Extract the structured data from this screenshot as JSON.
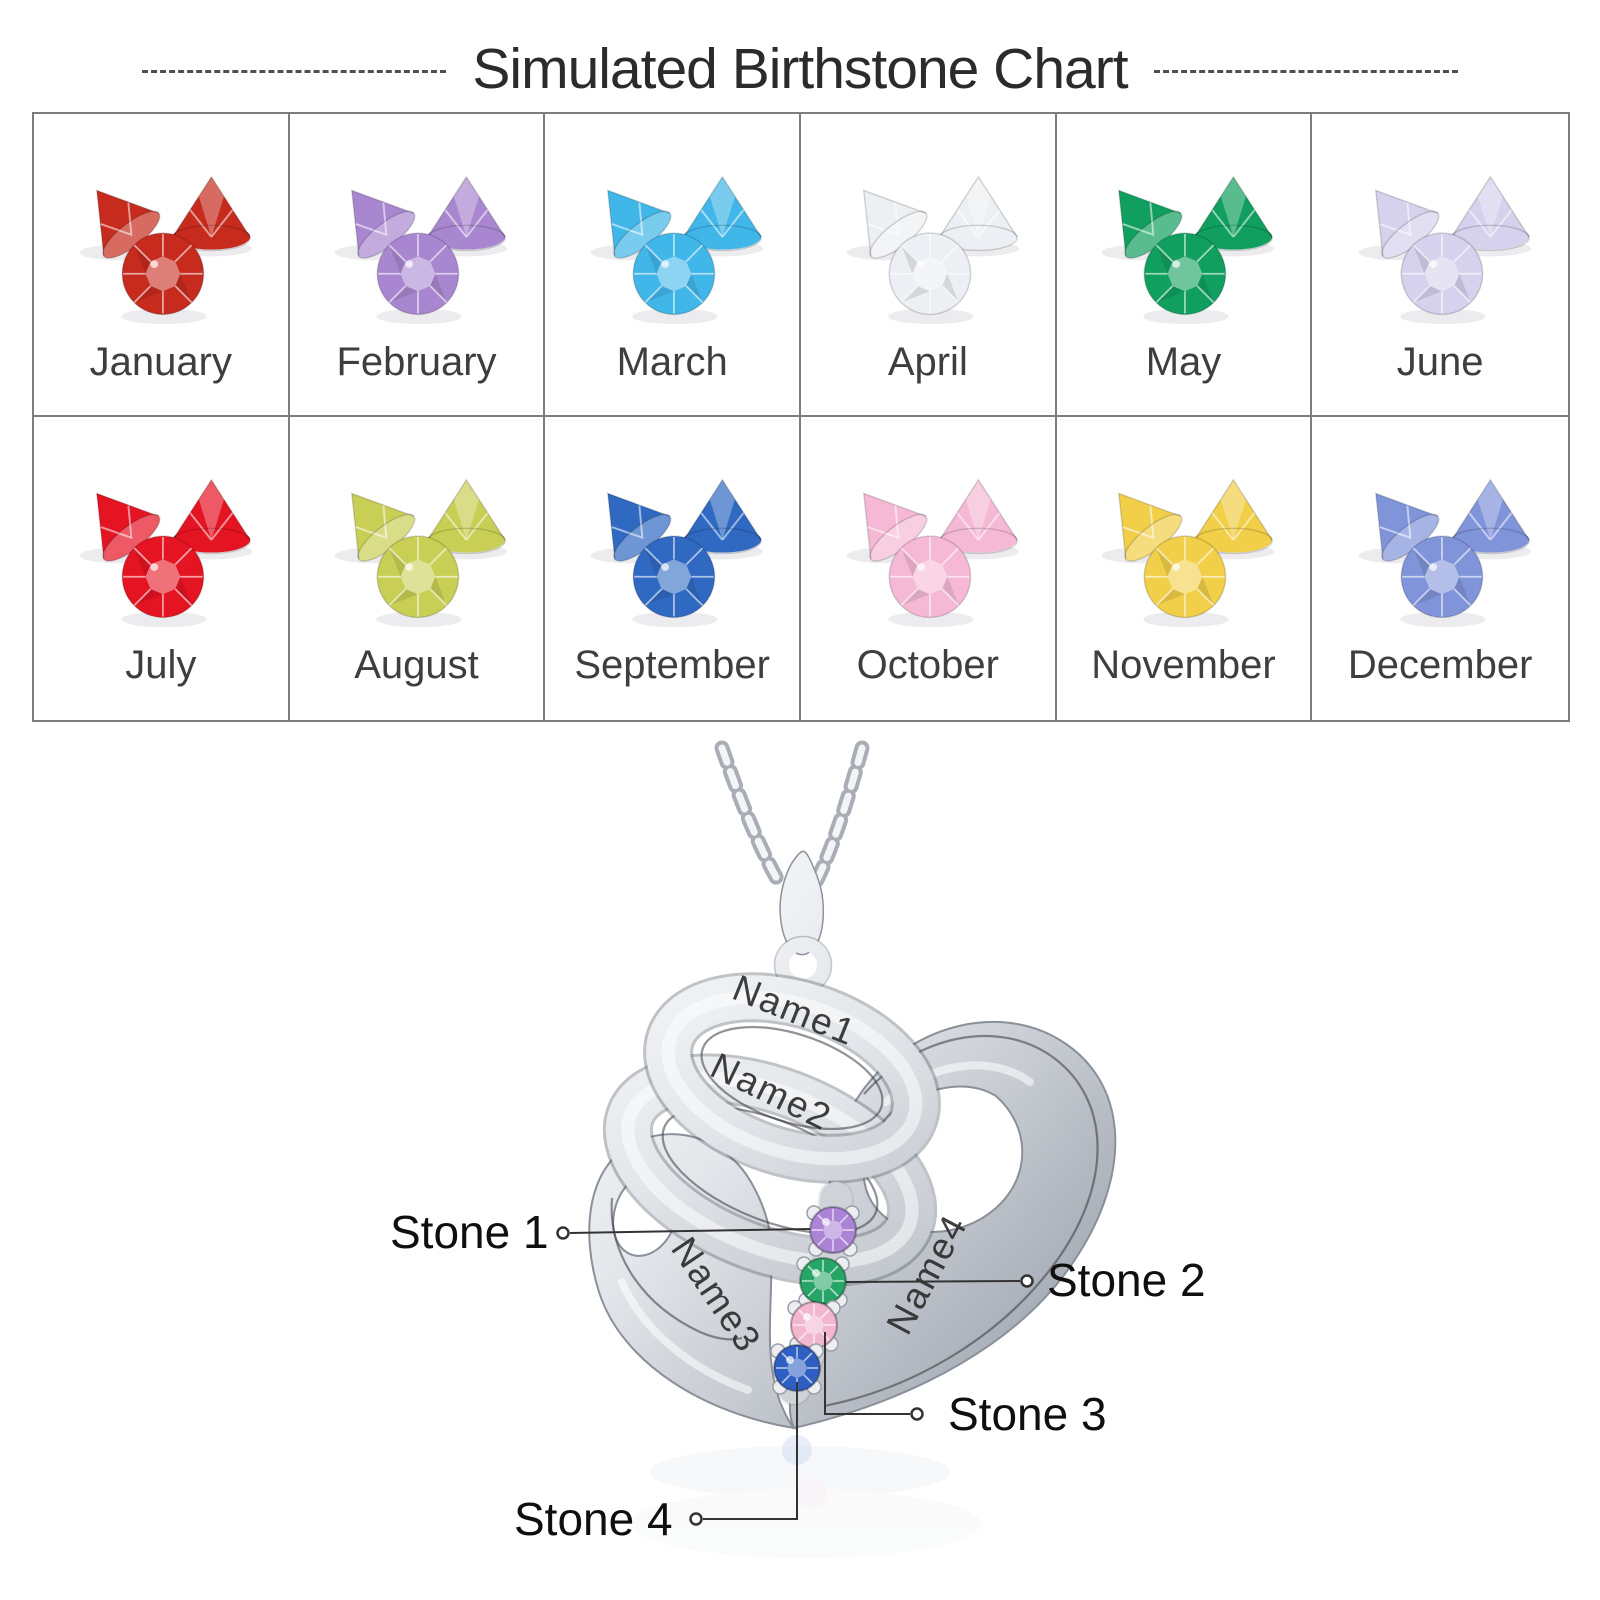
{
  "title": "Simulated Birthstone Chart",
  "birthstone_chart": {
    "months": [
      {
        "label": "January",
        "color": "#c62b1e"
      },
      {
        "label": "February",
        "color": "#a987d0"
      },
      {
        "label": "March",
        "color": "#41b6e9"
      },
      {
        "label": "April",
        "color": "#eceff3"
      },
      {
        "label": "May",
        "color": "#119f5f"
      },
      {
        "label": "June",
        "color": "#d6d1ec"
      },
      {
        "label": "July",
        "color": "#e51423"
      },
      {
        "label": "August",
        "color": "#c9cf55"
      },
      {
        "label": "September",
        "color": "#3069c2"
      },
      {
        "label": "October",
        "color": "#f5b9d5"
      },
      {
        "label": "November",
        "color": "#f1cf48"
      },
      {
        "label": "December",
        "color": "#8094da"
      }
    ]
  },
  "pendant": {
    "engravings": [
      "Name1",
      "Name2",
      "Name3",
      "Name4"
    ],
    "stone_labels": [
      "Stone 1",
      "Stone 2",
      "Stone 3",
      "Stone 4"
    ],
    "stone_colors": [
      "#ab84d6",
      "#27a566",
      "#f2b7cf",
      "#2f5fc2"
    ],
    "metal_color": "#c6cad1"
  }
}
